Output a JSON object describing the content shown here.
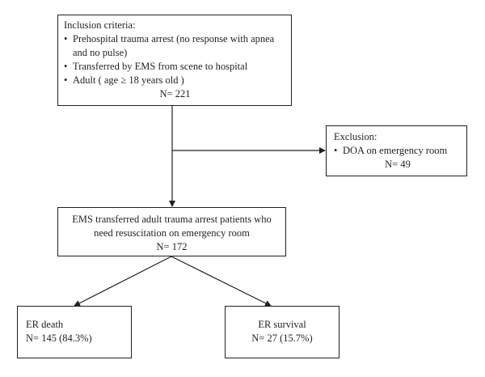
{
  "inclusion": {
    "heading": "Inclusion criteria:",
    "bullet_symbol": "•",
    "items": [
      "Prehospital trauma arrest (no response with apnea and no pulse)",
      "Transferred by EMS from scene to hospital",
      "Adult ( age ≥ 18 years old )"
    ],
    "count": "N= 221"
  },
  "exclusion": {
    "heading": "Exclusion:",
    "bullet_symbol": "•",
    "items": [
      "DOA on emergency room"
    ],
    "count": "N= 49"
  },
  "transferred": {
    "line1": "EMS transferred adult trauma arrest patients who",
    "line2": "need resuscitation on emergency room",
    "count": "N= 172"
  },
  "er_death": {
    "label": "ER death",
    "count": "N= 145 (84.3%)"
  },
  "er_survival": {
    "label": "ER survival",
    "count": "N= 27 (15.7%)"
  },
  "colors": {
    "line": "#231f20",
    "background": "#ffffff"
  }
}
